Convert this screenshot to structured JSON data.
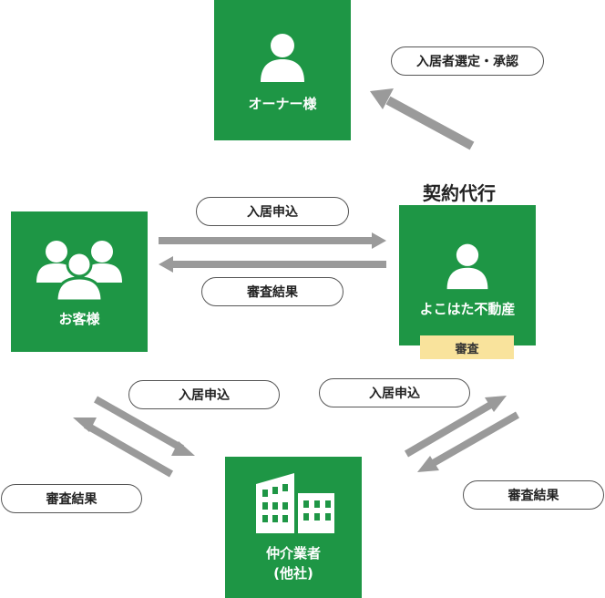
{
  "nodes": {
    "owner": {
      "label": "オーナー様"
    },
    "customer": {
      "label": "お客様"
    },
    "agency": {
      "label": "よこはた不動産",
      "badge": "審査",
      "title": "契約代行"
    },
    "broker": {
      "label_line1": "仲介業者",
      "label_line2": "(他社)"
    }
  },
  "pills": {
    "owner_approval": "入居者選定・承認",
    "customer_apply": "入居申込",
    "customer_result": "審査結果",
    "left_apply": "入居申込",
    "left_result": "審査結果",
    "right_apply": "入居申込",
    "right_result": "審査結果"
  },
  "colors": {
    "box": "#1e9645",
    "arrow": "#9a9a9a",
    "badge": "#f9e39c"
  }
}
